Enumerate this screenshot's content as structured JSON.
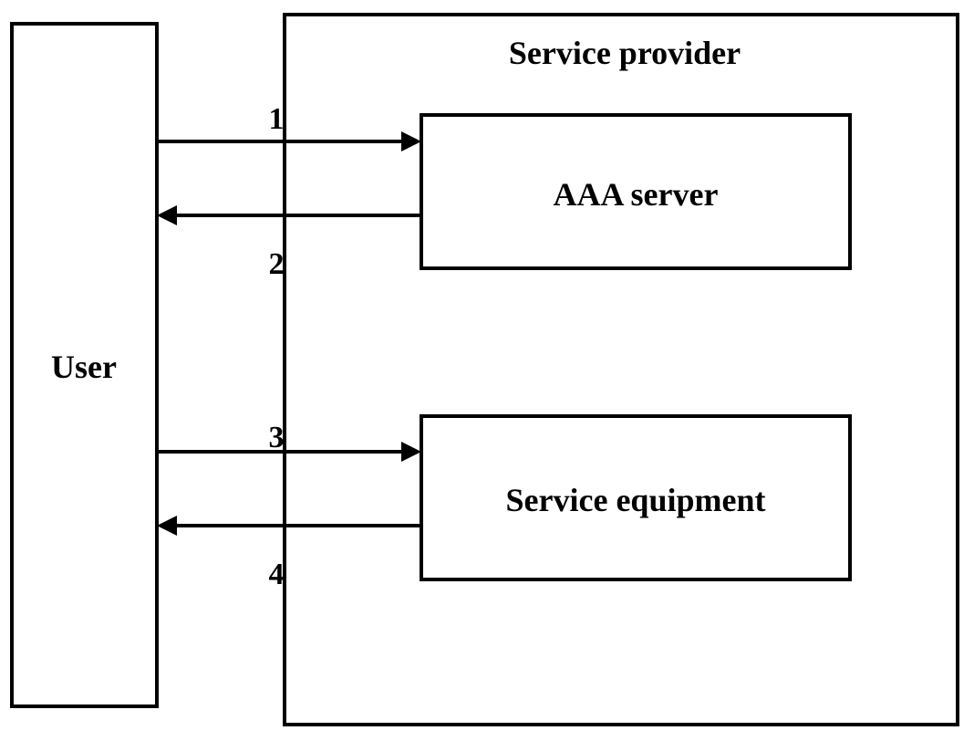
{
  "nodes": {
    "user": "User",
    "provider": "Service provider",
    "aaa": "AAA server",
    "equipment": "Service equipment"
  },
  "edges": [
    {
      "id": "1",
      "from": "User",
      "to": "AAA server"
    },
    {
      "id": "2",
      "from": "AAA server",
      "to": "User"
    },
    {
      "id": "3",
      "from": "User",
      "to": "Service equipment"
    },
    {
      "id": "4",
      "from": "Service equipment",
      "to": "User"
    }
  ]
}
